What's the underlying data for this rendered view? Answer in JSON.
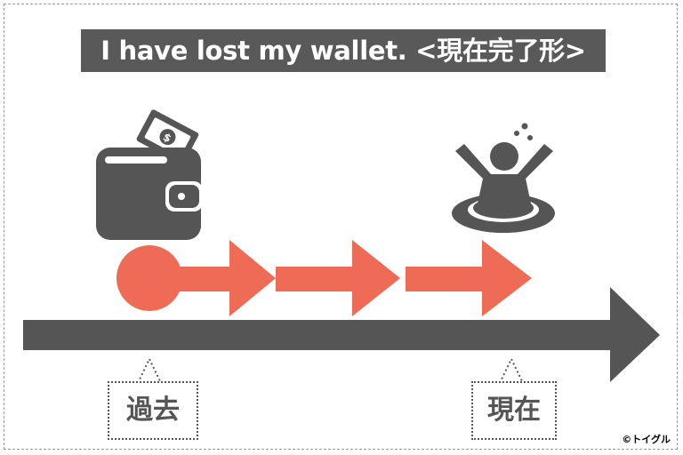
{
  "title": "I have lost my wallet. <現在完了形>",
  "labels": {
    "past": "過去",
    "present": "現在"
  },
  "copyright": "©トイグル",
  "icons": {
    "past": "wallet-with-money-icon",
    "present": "person-falling-in-hole-icon"
  },
  "colors": {
    "timeline": "#555555",
    "progress": "#ee6b55",
    "title_bg": "#595959"
  }
}
